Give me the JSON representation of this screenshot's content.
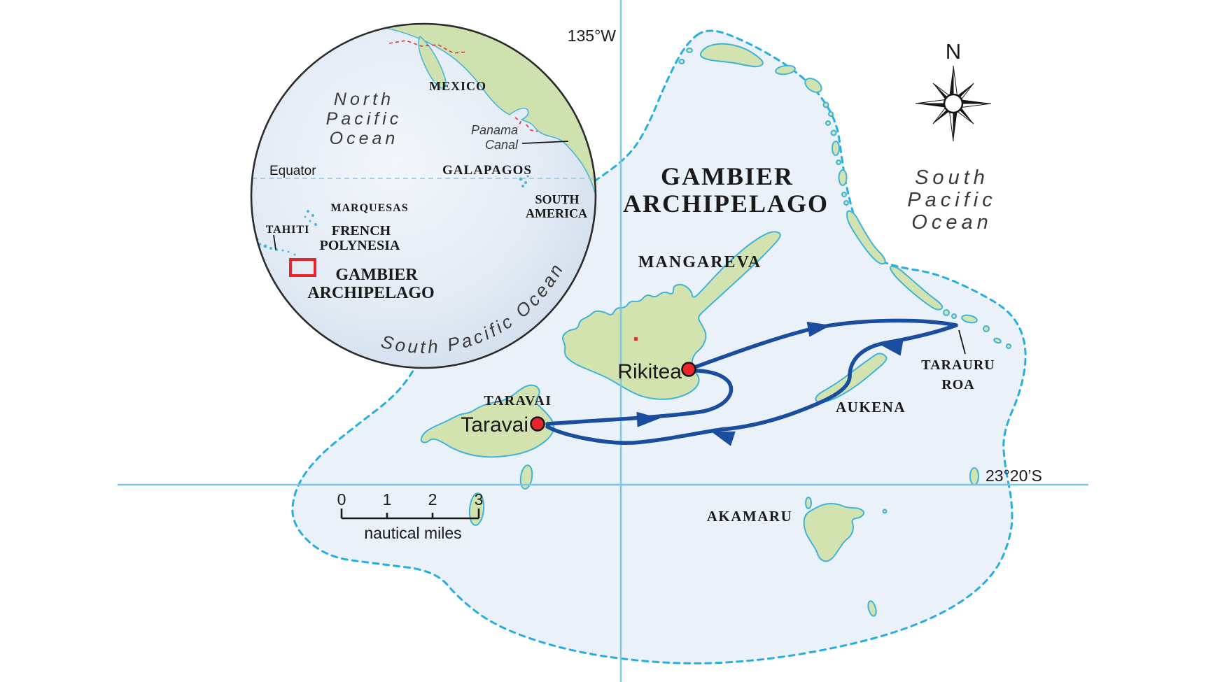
{
  "colors": {
    "lagoon": "#eaf1f8",
    "reef": "#2aaede",
    "grid": "#7cc6e4",
    "island": "#d2e3af",
    "islandline": "#3fb3db",
    "route": "#1a4d9e",
    "marker": "#e8252b",
    "land": "#cfe1ae",
    "coast": "#4fb6dc",
    "ink": "#1a1a1a",
    "oceantext": "#3a3a3a",
    "redbox": "#e8252b",
    "border": "#d9363c",
    "equatorline": "#a6c8dd",
    "globerim": "#2b2b2b"
  },
  "main_map": {
    "title_line1": "GAMBIER",
    "title_line2": "ARCHIPELAGO",
    "ocean_line1": "South",
    "ocean_line2": "Pacific",
    "ocean_line3": "Ocean",
    "meridian_label": "135°W",
    "parallel_label": "23°20’S",
    "compass_label": "N",
    "islands": {
      "mangareva": "MANGAREVA",
      "taravai": "TARAVAI",
      "aukena": "AUKENA",
      "akamaru": "AKAMARU",
      "tarauru_line1": "TARAURU",
      "tarauru_line2": "ROA"
    },
    "towns": {
      "rikitea": "Rikitea",
      "taravai": "Taravai"
    },
    "scalebar": {
      "t0": "0",
      "t1": "1",
      "t2": "2",
      "t3": "3",
      "unit": "nautical miles"
    }
  },
  "inset": {
    "ocean_np_line1": "North",
    "ocean_np_line2": "Pacific",
    "ocean_np_line3": "Ocean",
    "ocean_sp": "South Pacific Ocean",
    "mexico": "MEXICO",
    "panama_line1": "Panama",
    "panama_line2": "Canal",
    "equator": "Equator",
    "galapagos": "GALAPAGOS",
    "south_america_line1": "SOUTH",
    "south_america_line2": "AMERICA",
    "marquesas": "MARQUESAS",
    "tahiti": "TAHITI",
    "fp_line1": "FRENCH",
    "fp_line2": "POLYNESIA",
    "gambier_line1": "GAMBIER",
    "gambier_line2": "ARCHIPELAGO"
  }
}
